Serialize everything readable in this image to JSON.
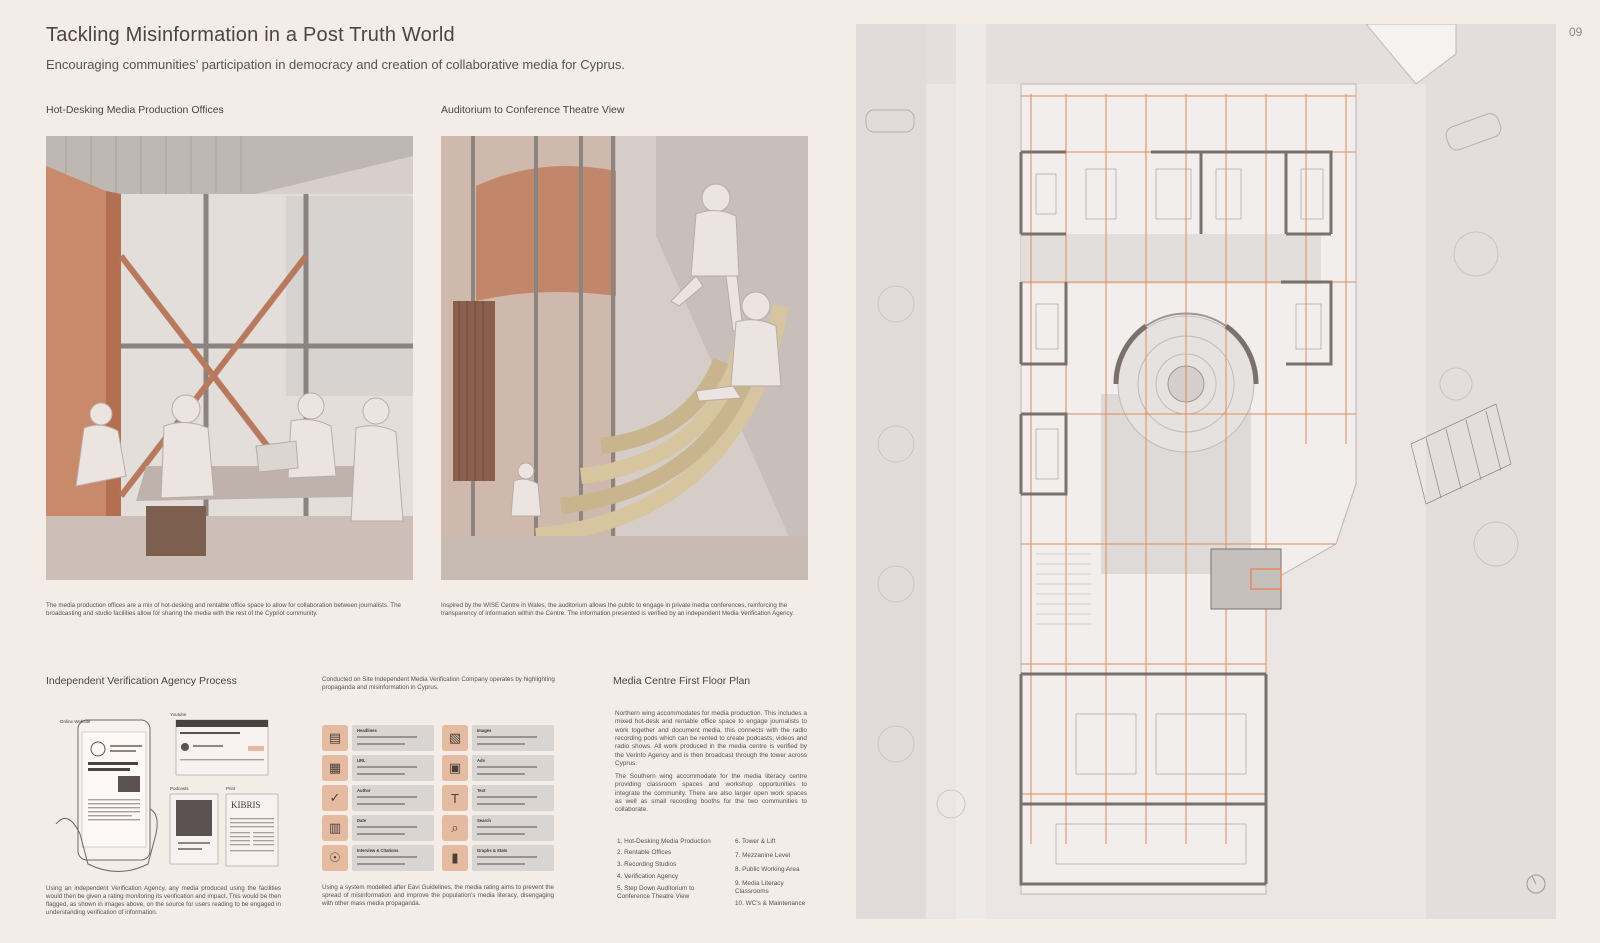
{
  "header": {
    "title": "Tackling Misinformation in a Post Truth World",
    "subtitle": "Encouraging communities’ participation in democracy and creation of collaborative media for Cyprus.",
    "page_number": "09"
  },
  "sections": {
    "hot_desking": {
      "heading": "Hot-Desking Media Production Offices",
      "caption": "The media production offices are a mix of hot-desking and rentable office space to allow for collaboration between journalists. The broadcasting and studio facilities allow for sharing the media with the rest of the Cypriot community."
    },
    "auditorium": {
      "heading": "Auditorium to Conference Theatre View",
      "caption": "Inspired by the WISE Centre in Wales, the auditorium allows the public to engage in private media conferences, reinforcing the transparency of information within the Centre. The information presented is verified by an independent Media Verification Agency."
    },
    "verification": {
      "heading": "Independent Verification Agency Process",
      "labels": {
        "online_website": "Online Website",
        "youtube": "Youtube",
        "podcasts": "Podcasts",
        "print": "Print",
        "print_masthead": "KIBRIS"
      },
      "caption": "Using an independent Verification Agency, any media produced using the facilities would then be given a rating monitoring its verification and impact. This would be then flagged, as shown in images above, on the source for users reading to be engaged in understanding verification of information."
    },
    "rating": {
      "intro": "Conducted on Site Independent Media Verification Company operates by highlighting propaganda and misinformation in Cyprus.",
      "tiles_left": [
        {
          "head": "Headlines",
          "icon": "newspaper-icon"
        },
        {
          "head": "URL",
          "icon": "browser-icon"
        },
        {
          "head": "Author",
          "icon": "checklist-icon"
        },
        {
          "head": "Date",
          "icon": "calendar-icon"
        },
        {
          "head": "Interview & Citations",
          "icon": "speech-icon"
        }
      ],
      "tiles_right": [
        {
          "head": "Images",
          "icon": "image-icon"
        },
        {
          "head": "Ads",
          "icon": "ad-icon"
        },
        {
          "head": "Text",
          "icon": "text-icon"
        },
        {
          "head": "Search",
          "icon": "magnifier-icon"
        },
        {
          "head": "Graphs & Stats",
          "icon": "bar-chart-icon"
        }
      ],
      "caption": "Using a system modelled after Eavi Guidelines, the media rating aims to prevent the spread of misinformation and improve the population’s media literacy, disengaging with other mass media propaganda."
    },
    "floor_plan": {
      "heading": "Media Centre First Floor Plan",
      "paragraph_1": "Northern wing accommodates for media production. This includes a mixed hot-desk and rentable office space to engage journalists to work together and document media, this connects with the radio recording pods which can be rented to create podcasts, videos and radio shows. All work produced in the media centre is verified by the Verinfo Agency and is then broadcast through the tower across Cyprus.",
      "paragraph_2": "The Southern wing accommodate for the media literacy centre providing classroom spaces and workshop opportunities to integrate the community. There are also larger open work spaces as well as small recording booths for the two communities to collaborate.",
      "legend_left": [
        "1. Hot-Desking Media Production",
        "2. Rentable Offices",
        "3. Recording Studios",
        "4. Verification Agency",
        "5. Step Down Auditorium to Conference Theatre View"
      ],
      "legend_right": [
        "6. Tower & Lift",
        "7. Mezzanine Level",
        "8. Public Working Area",
        "9. Media Literacy Classrooms",
        "10. WC’s & Maintenance"
      ]
    }
  },
  "colors": {
    "background": "#f4ece7",
    "accent_orange": "#e08a5c",
    "wall": "#7a716d",
    "tile_icon": "#e4bba0"
  }
}
